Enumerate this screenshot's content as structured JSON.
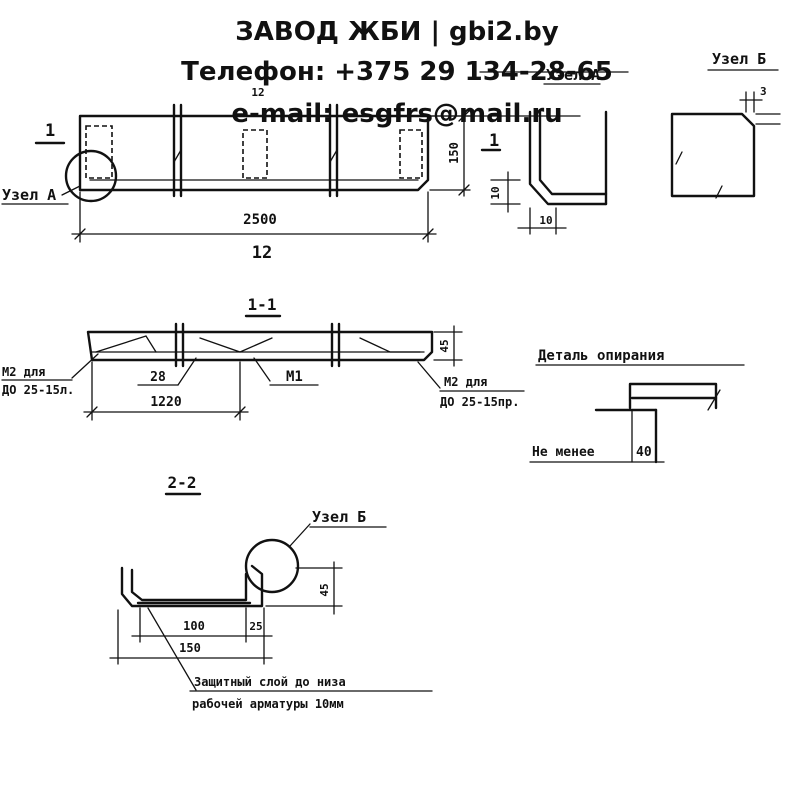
{
  "header": {
    "line1": "ЗАВОД ЖБИ | gbi2.by",
    "line2": "Телефон: +375 29 134-28-65",
    "line3": "e-mail: esgfrs@mail.ru"
  },
  "plan": {
    "mark_12": "12",
    "section_mark": "1",
    "node_a_label": "Узел А",
    "dim_length": "2500",
    "label_bottom": "12",
    "dim_150": "150",
    "section_mark_right": "1"
  },
  "node_a": {
    "title": "Узел А",
    "dim_10_vertical": "10",
    "dim_10_horizontal": "10"
  },
  "node_b": {
    "title": "Узел Б",
    "dim_3": "3"
  },
  "section_1_1": {
    "title": "1-1",
    "dim_45": "45",
    "label_m2_left_1": "М2 для",
    "label_m2_left_2": "ДО 25-15л.",
    "dim_28": "28",
    "label_m1": "М1",
    "dim_1220": "1220",
    "label_m2_right_1": "М2 для",
    "label_m2_right_2": "ДО 25-15пр."
  },
  "support_detail": {
    "title": "Деталь опирания",
    "label": "Не менее",
    "dim_40": "40"
  },
  "section_2_2": {
    "title": "2-2",
    "node_b_label": "Узел Б",
    "dim_45": "45",
    "dim_100": "100",
    "dim_25": "25",
    "dim_150": "150",
    "note_line1": "Защитный слой до низа",
    "note_line2": "рабочей арматуры 10мм"
  }
}
